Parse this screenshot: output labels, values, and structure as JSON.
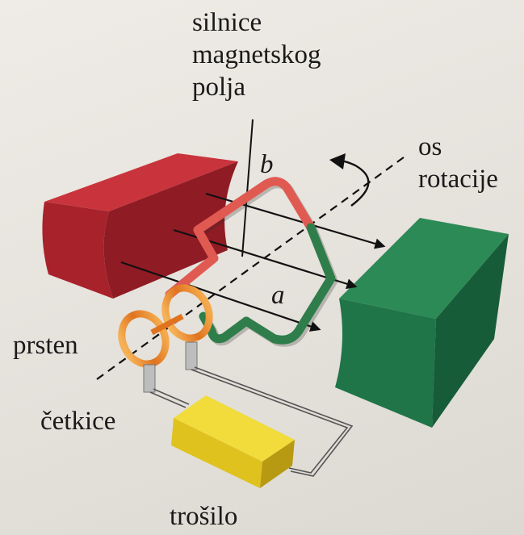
{
  "labels": {
    "field_lines": [
      "silnice",
      "magnetskog",
      "polja"
    ],
    "rotation_axis": [
      "os",
      "rotacije"
    ],
    "side_b": "b",
    "side_a": "a",
    "ring": "prsten",
    "brushes": "četkice",
    "load": "trošilo"
  },
  "colors": {
    "north_magnet": "#b3242d",
    "south_magnet": "#1f7a4d",
    "loop_red": "#e0564f",
    "loop_green": "#2f7d4a",
    "rings": "#e88a2a",
    "load_box": "#e7cf2a",
    "background": "#e6e2dc"
  }
}
